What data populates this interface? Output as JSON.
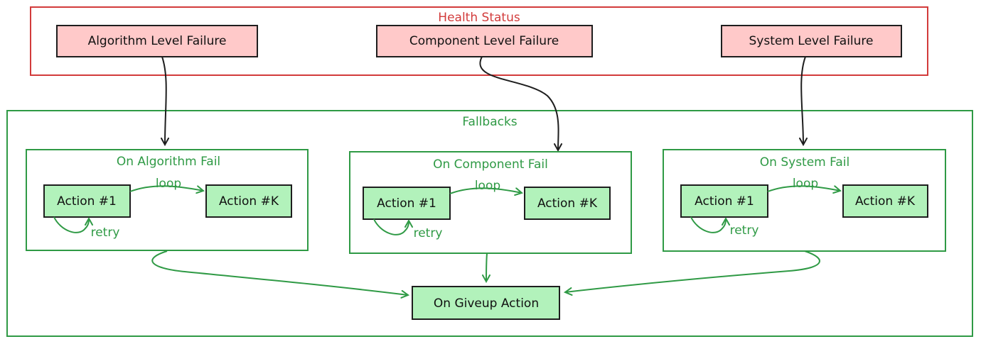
{
  "colors": {
    "red_stroke": "#d23b3b",
    "red_fill": "#ffc9c9",
    "green_stroke": "#2f9a45",
    "green_fill": "#b2f2bb",
    "arrow_dark": "#1e1e1e"
  },
  "health": {
    "title": "Health Status",
    "failures": [
      "Algorithm Level Failure",
      "Component Level Failure",
      "System Level Failure"
    ]
  },
  "fallbacks": {
    "title": "Fallbacks",
    "groups": [
      {
        "title": "On Algorithm Fail",
        "action_first": "Action #1",
        "action_last": "Action #K",
        "loop_label": "loop",
        "retry_label": "retry"
      },
      {
        "title": "On Component Fail",
        "action_first": "Action #1",
        "action_last": "Action #K",
        "loop_label": "loop",
        "retry_label": "retry"
      },
      {
        "title": "On System Fail",
        "action_first": "Action #1",
        "action_last": "Action #K",
        "loop_label": "loop",
        "retry_label": "retry"
      }
    ],
    "giveup": "On Giveup Action"
  }
}
